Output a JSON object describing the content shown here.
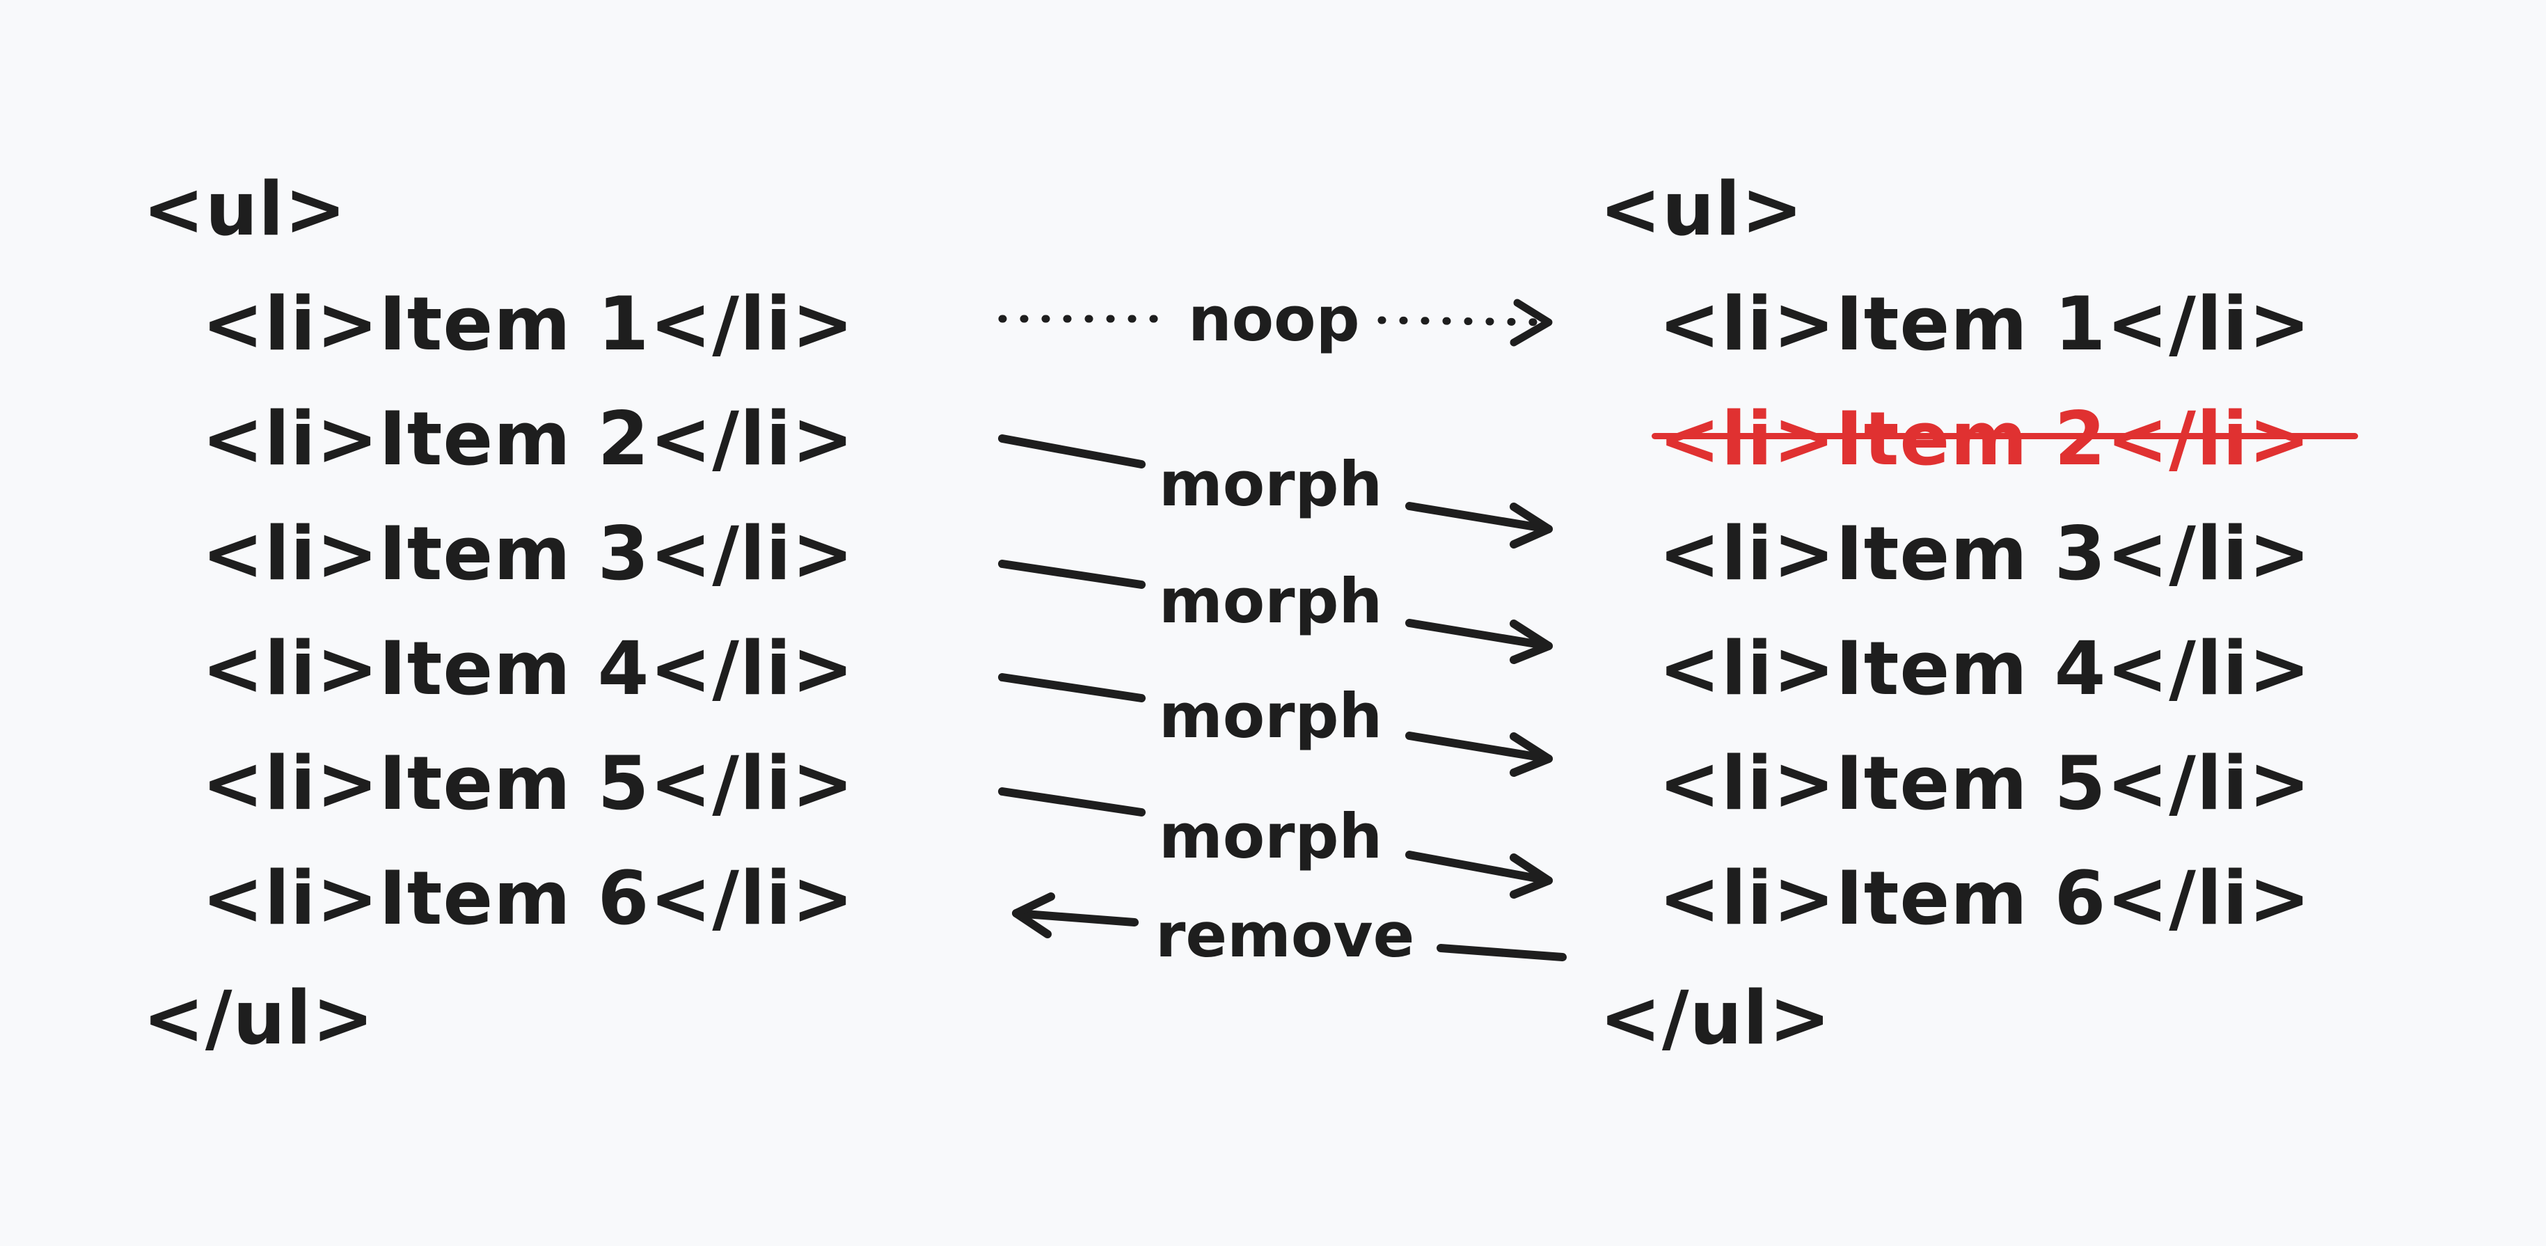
{
  "colors": {
    "ink": "#1e1e1e",
    "removed": "#e03131",
    "background": "#f8f9fb"
  },
  "left_list": {
    "open_tag": "<ul>",
    "items": [
      "<li>Item 1</li>",
      "<li>Item 2</li>",
      "<li>Item 3</li>",
      "<li>Item 4</li>",
      "<li>Item 5</li>",
      "<li>Item 6</li>"
    ],
    "close_tag": "</ul>"
  },
  "right_list": {
    "open_tag": "<ul>",
    "items": [
      "<li>Item 1</li>",
      "<li>Item 2</li>",
      "<li>Item 3</li>",
      "<li>Item 4</li>",
      "<li>Item 5</li>",
      "<li>Item 6</li>"
    ],
    "removed_item": "<li>Item 2</li>",
    "close_tag": "</ul>"
  },
  "operations": [
    "noop",
    "morph",
    "morph",
    "morph",
    "morph",
    "remove"
  ]
}
